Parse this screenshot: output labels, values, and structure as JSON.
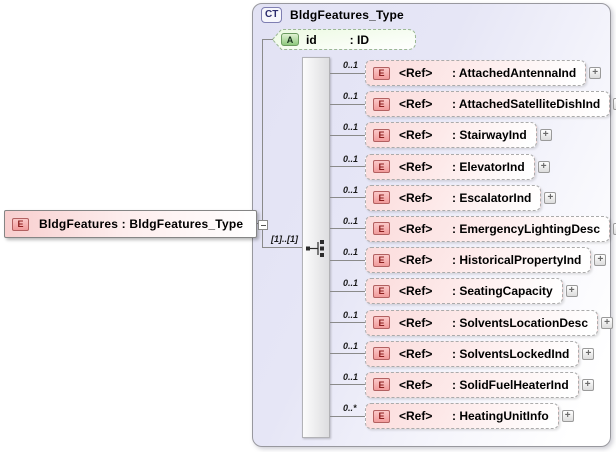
{
  "root_element": {
    "icon": "E",
    "label": "BldgFeatures : BldgFeatures_Type"
  },
  "complex_type": {
    "badge": "CT",
    "title": "BldgFeatures_Type",
    "attribute": {
      "icon": "A",
      "name": "id",
      "type": ": ID"
    },
    "sequence_cardinality": "[1]..[1]",
    "expand_symbol": "+",
    "elements": [
      {
        "cardinality": "0..1",
        "icon": "E",
        "ref": "<Ref>",
        "type": ": AttachedAntennaInd"
      },
      {
        "cardinality": "0..1",
        "icon": "E",
        "ref": "<Ref>",
        "type": ": AttachedSatelliteDishInd"
      },
      {
        "cardinality": "0..1",
        "icon": "E",
        "ref": "<Ref>",
        "type": ": StairwayInd"
      },
      {
        "cardinality": "0..1",
        "icon": "E",
        "ref": "<Ref>",
        "type": ": ElevatorInd"
      },
      {
        "cardinality": "0..1",
        "icon": "E",
        "ref": "<Ref>",
        "type": ": EscalatorInd"
      },
      {
        "cardinality": "0..1",
        "icon": "E",
        "ref": "<Ref>",
        "type": ": EmergencyLightingDesc"
      },
      {
        "cardinality": "0..1",
        "icon": "E",
        "ref": "<Ref>",
        "type": ": HistoricalPropertyInd"
      },
      {
        "cardinality": "0..1",
        "icon": "E",
        "ref": "<Ref>",
        "type": ": SeatingCapacity"
      },
      {
        "cardinality": "0..1",
        "icon": "E",
        "ref": "<Ref>",
        "type": ": SolventsLocationDesc"
      },
      {
        "cardinality": "0..1",
        "icon": "E",
        "ref": "<Ref>",
        "type": ": SolventsLockedInd"
      },
      {
        "cardinality": "0..1",
        "icon": "E",
        "ref": "<Ref>",
        "type": ": SolidFuelHeaterInd"
      },
      {
        "cardinality": "0..*",
        "icon": "E",
        "ref": "<Ref>",
        "type": ": HeatingUnitInfo"
      }
    ]
  },
  "colors": {
    "container_fill": "#e2e2f4",
    "element_fill": "#fbdcdc",
    "attribute_fill": "#edfbe4",
    "element_icon": "#f19b9b",
    "attribute_icon": "#8ec87e",
    "line": "#8a8a8a"
  }
}
